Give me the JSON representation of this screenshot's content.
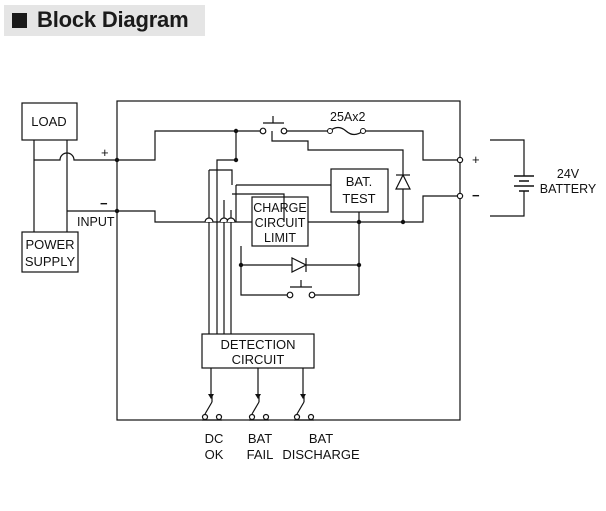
{
  "title": "Block Diagram",
  "colors": {
    "line": "#111111",
    "title_bg": "#e5e5e5",
    "title_square": "#1a1a1a"
  },
  "blocks": {
    "load": [
      "LOAD"
    ],
    "power_supply": [
      "POWER",
      "SUPPLY"
    ],
    "bat_test": [
      "BAT.",
      "TEST"
    ],
    "charge_limit": [
      "CHARGE",
      "CIRCUIT",
      "LIMIT"
    ],
    "detection": [
      "DETECTION",
      "CIRCUIT"
    ]
  },
  "labels": {
    "input": "INPUT",
    "plus": "+",
    "minus": "−",
    "fuse": "25Ax2",
    "battery": [
      "24V",
      "BATTERY"
    ],
    "out_plus": "+",
    "out_minus": "−"
  },
  "outputs": [
    {
      "lines": [
        "DC",
        "OK"
      ]
    },
    {
      "lines": [
        "BAT",
        "FAIL"
      ]
    },
    {
      "lines": [
        "BAT",
        "DISCHARGE"
      ]
    }
  ]
}
